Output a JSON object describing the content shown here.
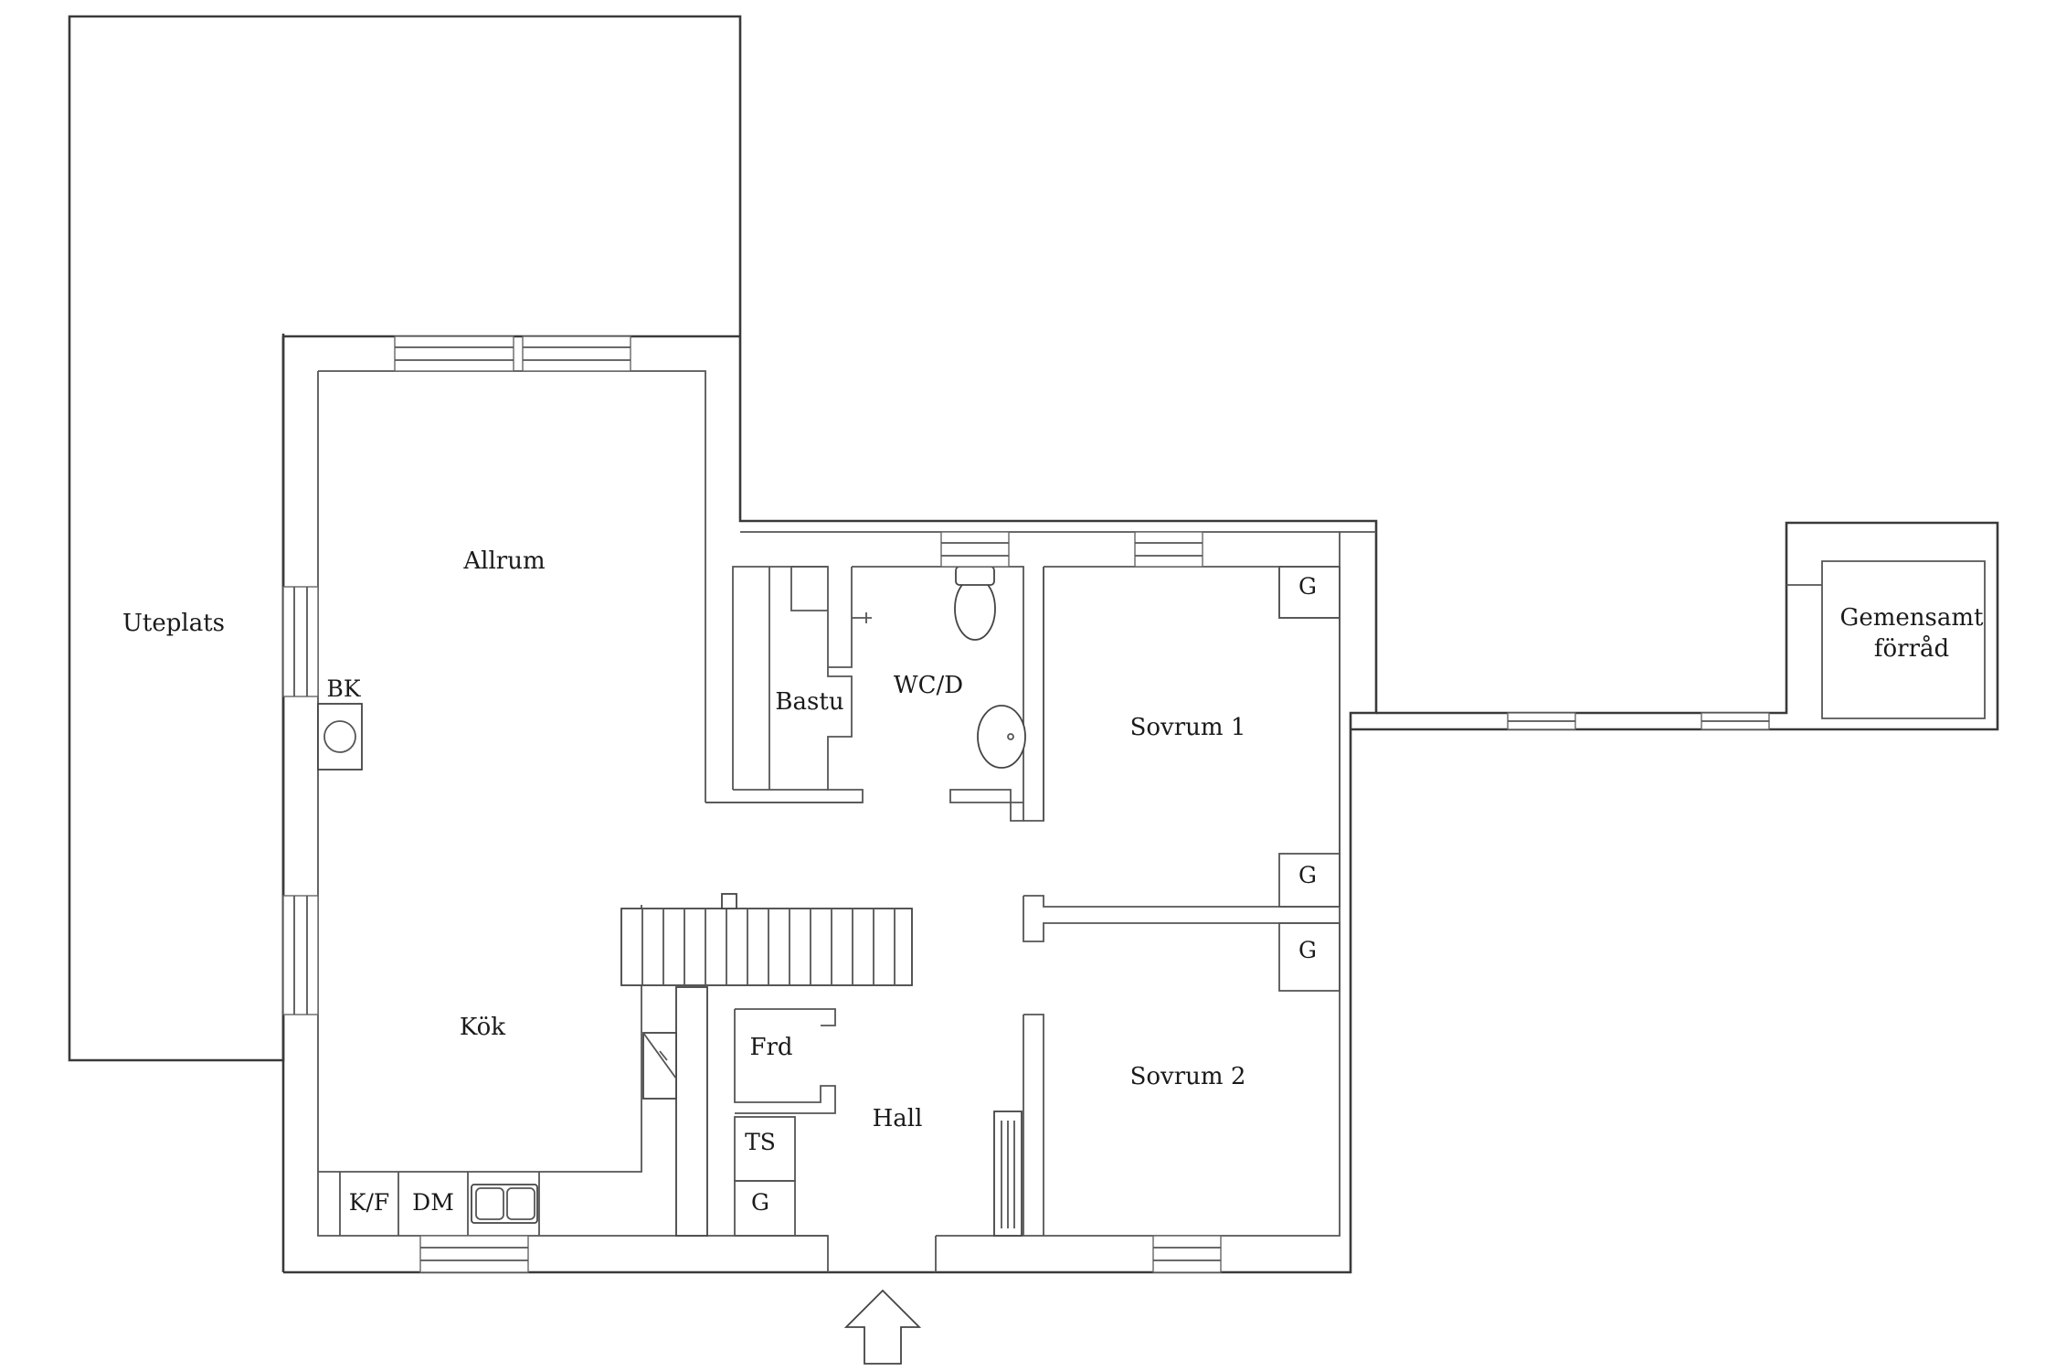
{
  "rooms": {
    "uteplats": "Uteplats",
    "allrum": "Allrum",
    "kok": "Kök",
    "bastu": "Bastu",
    "wcd": "WC/D",
    "sovrum1": "Sovrum 1",
    "sovrum2": "Sovrum 2",
    "hall": "Hall",
    "frd": "Frd",
    "forrad_line1": "Gemensamt",
    "forrad_line2": "förråd"
  },
  "fixtures": {
    "bk": "BK",
    "kf": "K/F",
    "dm": "DM",
    "ts": "TS",
    "g": "G"
  },
  "icons": [
    "entrance-arrow-icon",
    "toilet-icon",
    "washbasin-icon",
    "sink-icon",
    "fireplace-icon",
    "radiator-icon",
    "shower-tap-icon"
  ]
}
